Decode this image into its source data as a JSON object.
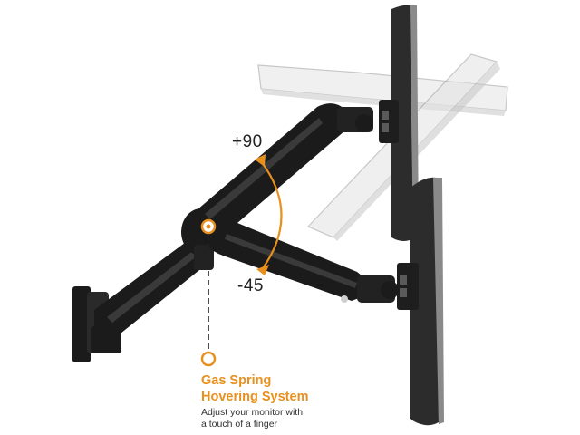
{
  "annotations": {
    "angle_up": "+90",
    "angle_down": "-45"
  },
  "feature": {
    "title_line1": "Gas Spring",
    "title_line2": "Hovering System",
    "desc_line1": "Adjust your monitor with",
    "desc_line2": "a touch of a finger"
  },
  "colors": {
    "accent": "#e8901e",
    "arm": "#1b1b1b",
    "arm_highlight": "#3a3a3a",
    "monitor_back": "#2c2c2c",
    "monitor_frame": "#8a8a8a",
    "monitor_ghost": "#d6d6d6",
    "dashed_line": "#222222"
  },
  "icons": {
    "pivot_marker": "orange-ring-dot",
    "callout_marker": "orange-ring"
  }
}
